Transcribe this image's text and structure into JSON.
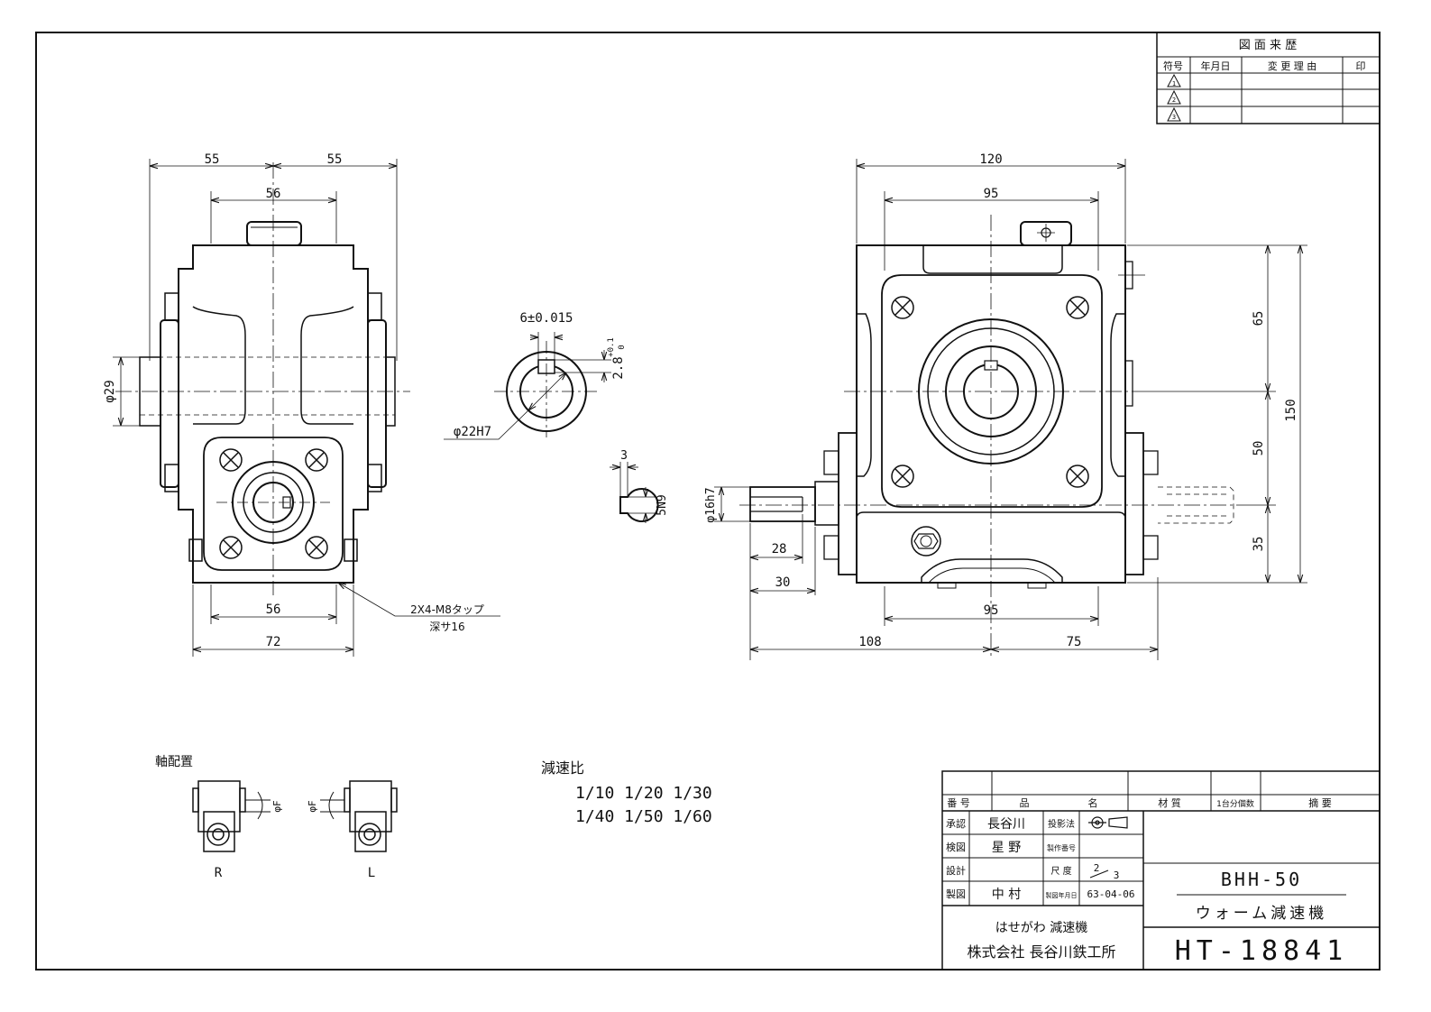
{
  "revision_table": {
    "title": "図 面 来 歴",
    "headers": [
      "符号",
      "年月日",
      "変 更 理 由",
      "印"
    ],
    "rows": [
      "1",
      "2",
      "3"
    ]
  },
  "left_view": {
    "dims": {
      "top_left": "55",
      "top_right": "55",
      "top_inner": "56",
      "shaft_dia": "φ29",
      "bottom_inner": "56",
      "bottom_outer": "72"
    },
    "tap_note": [
      "2X4-M8タップ",
      "深サ16"
    ]
  },
  "shaft_section": {
    "key_width": "6±0.015",
    "key_depth": "2.8",
    "key_tol_upper": "+0.1",
    "key_tol_lower": "0",
    "bore": "φ22H7"
  },
  "keyway_detail": {
    "width": "3",
    "tolerance": "5N9"
  },
  "right_view": {
    "dims": {
      "top_outer": "120",
      "top_inner": "95",
      "h_65": "65",
      "h_50": "50",
      "h_35": "35",
      "h_150": "150",
      "shaft_dia": "φ16h7",
      "len_28": "28",
      "len_30": "30",
      "bottom_95": "95",
      "bottom_108": "108",
      "bottom_75": "75"
    }
  },
  "arrangement": {
    "title": "軸配置",
    "label_r": "R",
    "label_l": "L",
    "f_label": "φF"
  },
  "ratios": {
    "title": "減速比",
    "row1": "1/10 1/20 1/30",
    "row2": "1/40 1/50 1/60"
  },
  "title_block": {
    "header": {
      "number": "番 号",
      "name_a": "品",
      "name_b": "名",
      "material": "材 質",
      "qty": "1台分個数",
      "remarks": "摘 要"
    },
    "approve_label": "承認",
    "approve_name": "長谷川",
    "check_label": "検図",
    "check_name": "星 野",
    "design_label": "設計",
    "draw_label": "製図",
    "draw_name": "中 村",
    "projection_label": "投影法",
    "mfg_no_label": "製作番号",
    "scale_label": "尺 度",
    "scale_num": "2",
    "scale_den": "3",
    "date_label": "製図年月日",
    "date_value": "63-04-06",
    "product_model": "BHH-50",
    "product_name": "ウォーム減速機",
    "brand": "はせがわ 減速機",
    "company": "株式会社 長谷川鉄工所",
    "drawing_number": "HT-18841"
  }
}
